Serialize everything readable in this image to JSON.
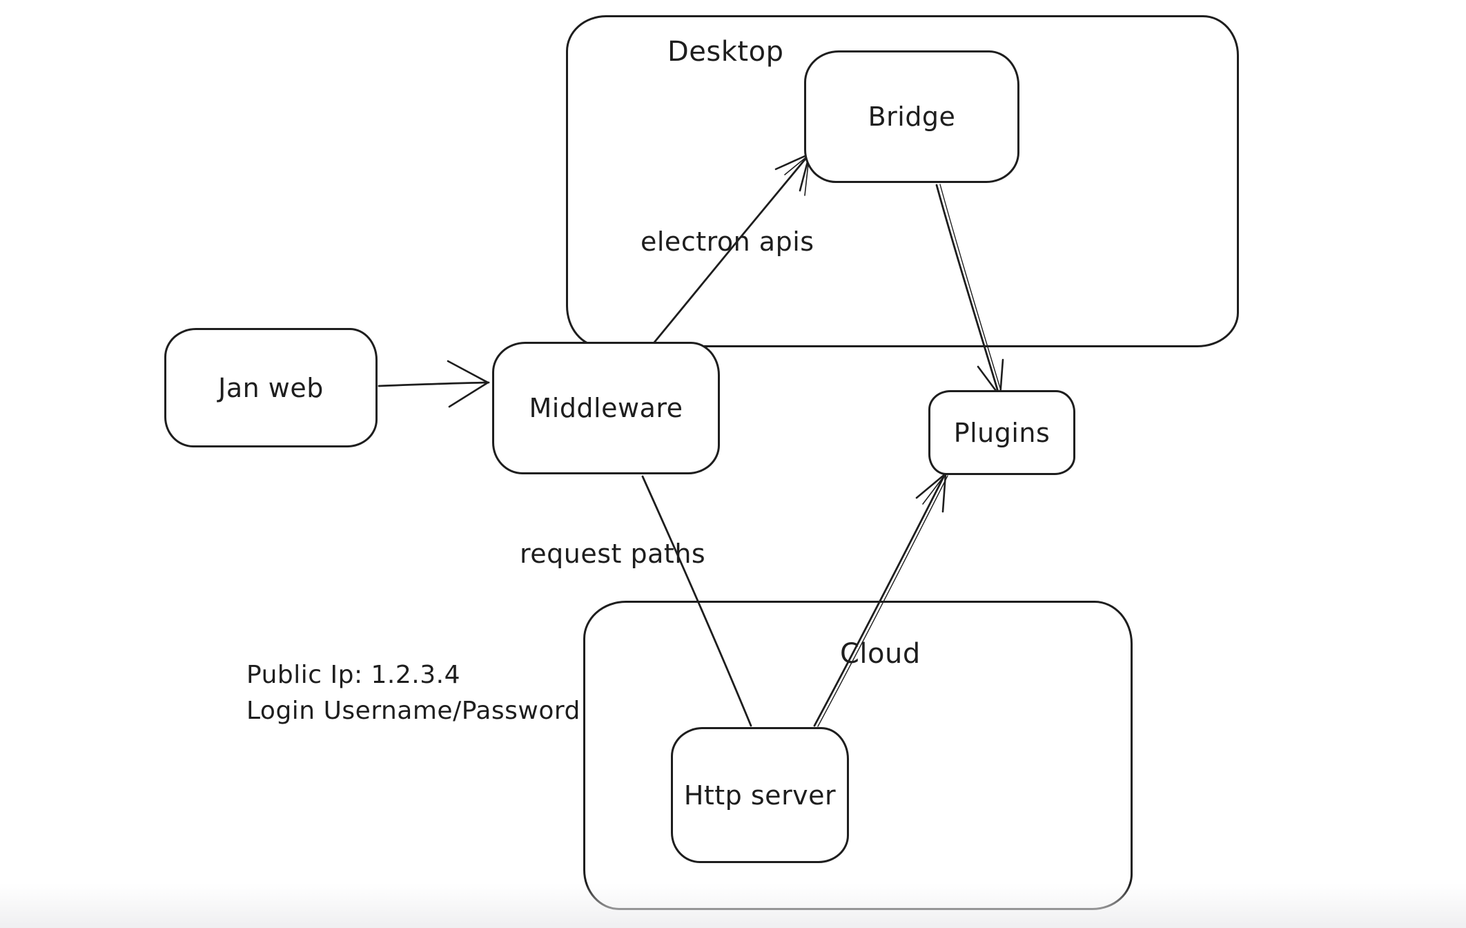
{
  "app": {
    "kind": "hand-drawn architecture diagram",
    "colors": {
      "stroke": "#1e1e1e",
      "background": "#ffffff"
    }
  },
  "containers": {
    "desktop": {
      "label": "Desktop"
    },
    "cloud": {
      "label": "Cloud"
    }
  },
  "nodes": {
    "jan_web": {
      "label": "Jan web"
    },
    "middleware": {
      "label": "Middleware"
    },
    "bridge": {
      "label": "Bridge"
    },
    "plugins": {
      "label": "Plugins"
    },
    "http_server": {
      "label": "Http server"
    }
  },
  "edges": [
    {
      "from": "jan_web",
      "to": "middleware",
      "label": "",
      "arrowhead": "end"
    },
    {
      "from": "middleware",
      "to": "bridge",
      "label": "electron apis",
      "arrowhead": "end"
    },
    {
      "from": "bridge",
      "to": "plugins",
      "label": "",
      "arrowhead": "end"
    },
    {
      "from": "middleware",
      "to": "http_server",
      "label": "request paths",
      "arrowhead": "none"
    },
    {
      "from": "http_server",
      "to": "plugins",
      "label": "",
      "arrowhead": "end"
    }
  ],
  "annotations": {
    "public_ip": "Public Ip: 1.2.3.4",
    "login": "Login Username/Password"
  }
}
